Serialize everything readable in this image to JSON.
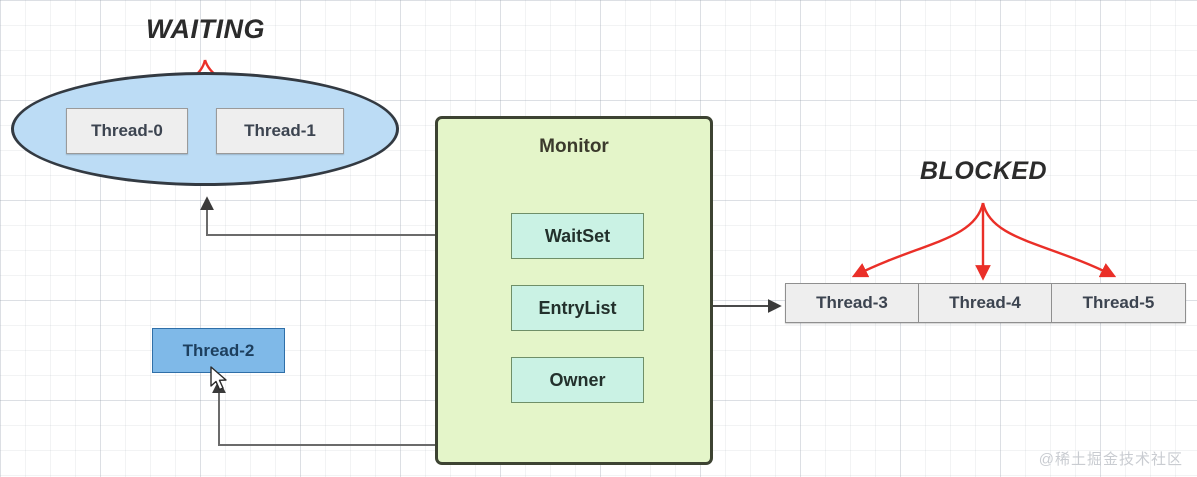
{
  "diagram": {
    "sections": {
      "waiting_title": "WAITING",
      "blocked_title": "BLOCKED"
    },
    "waiting_group": {
      "name": "waiting-ellipse",
      "threads": [
        {
          "label": "Thread-0"
        },
        {
          "label": "Thread-1"
        }
      ]
    },
    "running_thread": {
      "label": "Thread-2"
    },
    "monitor": {
      "title": "Monitor",
      "slots": [
        {
          "label": "WaitSet"
        },
        {
          "label": "EntryList"
        },
        {
          "label": "Owner"
        }
      ]
    },
    "blocked_queue": {
      "cells": [
        {
          "label": "Thread-3"
        },
        {
          "label": "Thread-4"
        },
        {
          "label": "Thread-5"
        }
      ]
    },
    "watermark": "@稀土掘金技术社区",
    "colors": {
      "waiting_fill": "#bcdcf5",
      "waiting_stroke": "#333a42",
      "monitor_fill": "#e4f5c9",
      "monitor_stroke": "#3d4332",
      "slot_fill": "#caf2e4",
      "slot_stroke": "#6f8f68",
      "thread_fill": "#eeeeee",
      "thread_stroke": "#9a9a9a",
      "running_fill": "#7fb9e8",
      "running_stroke": "#2f6fa8",
      "arrow_red": "#ea2f28",
      "connector_gray": "#6b6b6b",
      "text_dark": "#3c4450"
    }
  }
}
